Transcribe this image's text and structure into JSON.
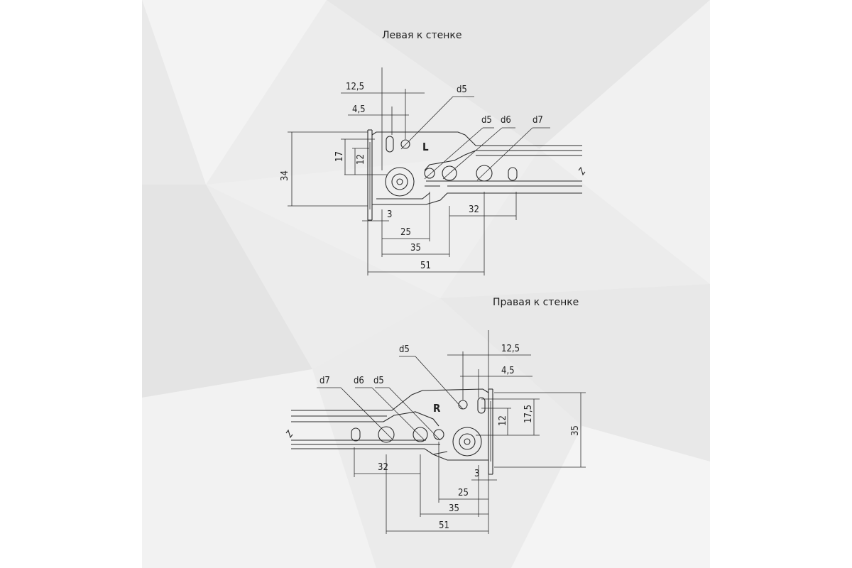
{
  "colors": {
    "panel_bg": "#ebebeb",
    "line": "#2b2b2b",
    "text": "#1e1e1e"
  },
  "left_view": {
    "title": "Левая к стенке",
    "marker": "L",
    "dims": {
      "d12_5": "12,5",
      "d4_5": "4,5",
      "d34": "34",
      "d17": "17",
      "d12": "12",
      "d3": "3",
      "d25": "25",
      "d35": "35",
      "d51": "51",
      "d32": "32"
    },
    "holes": {
      "a": "d5",
      "b": "d5",
      "c": "d6",
      "d": "d7"
    }
  },
  "right_view": {
    "title": "Правая к стенке",
    "marker": "R",
    "dims": {
      "d12_5": "12,5",
      "d4_5": "4,5",
      "d35v": "35",
      "d17_5": "17,5",
      "d12": "12",
      "d3": "3",
      "d25": "25",
      "d35": "35",
      "d51": "51",
      "d32": "32"
    },
    "holes": {
      "a": "d5",
      "b": "d7",
      "c": "d6",
      "d": "d5"
    }
  }
}
